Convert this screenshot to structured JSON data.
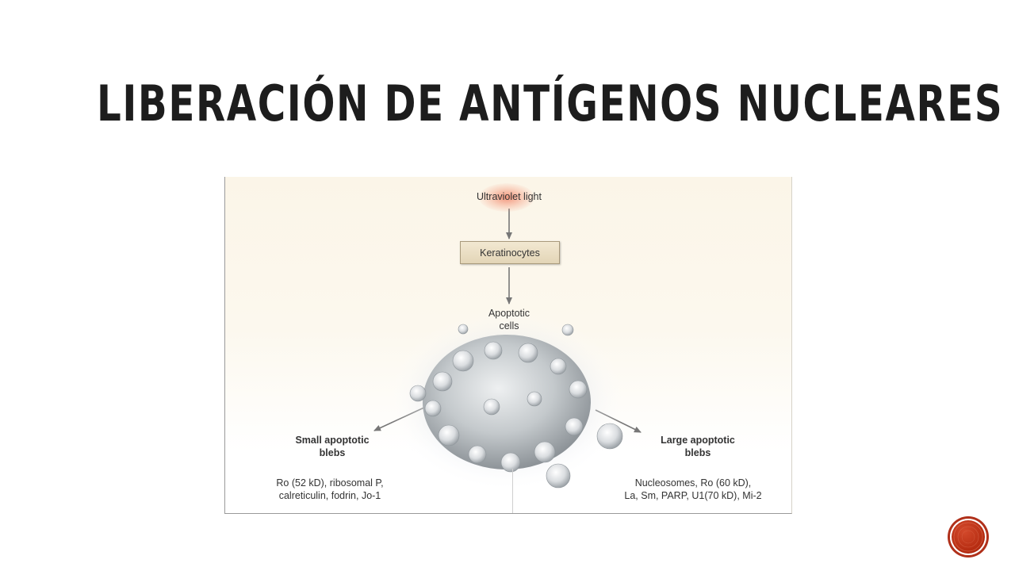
{
  "slide": {
    "title": "Liberación de antígenos nucleares"
  },
  "diagram": {
    "uv_label": "Ultraviolet light",
    "keratinocytes_label": "Keratinocytes",
    "apoptotic_line1": "Apoptotic",
    "apoptotic_line2": "cells",
    "small_blebs": {
      "title_line1": "Small apoptotic",
      "title_line2": "blebs",
      "antigens_line1": "Ro (52 kD), ribosomal P,",
      "antigens_line2": "calreticulin, fodrin, Jo-1"
    },
    "large_blebs": {
      "title_line1": "Large apoptotic",
      "title_line2": "blebs",
      "antigens_line1": "Nucleosomes, Ro (60 kD),",
      "antigens_line2": "La, Sm, PARP, U1(70 kD), Mi-2"
    }
  },
  "colors": {
    "accent": "#b62d12",
    "title_text": "#1d1d1d",
    "figure_bg": "#fbf5e8",
    "box_fill": "#e9dcc0",
    "arrow": "#777777"
  },
  "icons": {
    "nav": "decorative-circle-icon"
  }
}
